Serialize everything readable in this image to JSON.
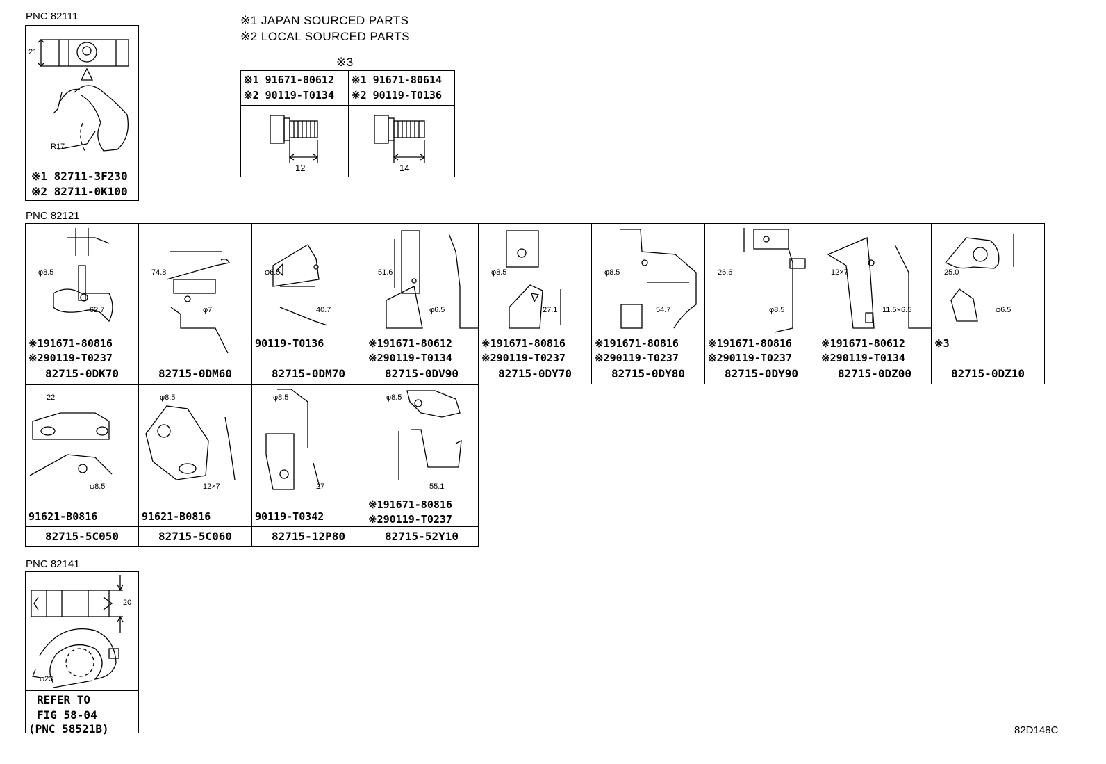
{
  "pnc_82111": {
    "label": "PNC 82111",
    "dim_height": "21",
    "dim_radius": "R17",
    "parts": [
      "※1 82711-3F230",
      "※2 82711-0K100"
    ]
  },
  "notes": {
    "note1": "※1 JAPAN SOURCED PARTS",
    "note2": "※2 LOCAL SOURCED PARTS",
    "table_label": "※3",
    "col1": {
      "part1": "※1 91671-80612",
      "part2": "※2 90119-T0134",
      "dim": "12"
    },
    "col2": {
      "part1": "※1 91671-80614",
      "part2": "※2 90119-T0136",
      "dim": "14"
    }
  },
  "pnc_82121": {
    "label": "PNC 82121",
    "row1": [
      {
        "part": "82715-0DK70",
        "bolt1": "※191671-80816",
        "bolt2": "※290119-T0237",
        "dims": [
          "φ8.5",
          "62.7"
        ]
      },
      {
        "part": "82715-0DM60",
        "bolt1": "",
        "bolt2": "",
        "dims": [
          "74.8",
          "φ7"
        ]
      },
      {
        "part": "82715-0DM70",
        "bolt1": "90119-T0136",
        "bolt2": "",
        "dims": [
          "φ6.5",
          "40.7"
        ]
      },
      {
        "part": "82715-0DV90",
        "bolt1": "※191671-80612",
        "bolt2": "※290119-T0134",
        "dims": [
          "51.6",
          "φ6.5"
        ]
      },
      {
        "part": "82715-0DY70",
        "bolt1": "※191671-80816",
        "bolt2": "※290119-T0237",
        "dims": [
          "φ8.5",
          "27.1"
        ]
      },
      {
        "part": "82715-0DY80",
        "bolt1": "※191671-80816",
        "bolt2": "※290119-T0237",
        "dims": [
          "φ8.5",
          "54.7"
        ]
      },
      {
        "part": "82715-0DY90",
        "bolt1": "※191671-80816",
        "bolt2": "※290119-T0237",
        "dims": [
          "26.6",
          "φ8.5"
        ]
      },
      {
        "part": "82715-0DZ00",
        "bolt1": "※191671-80612",
        "bolt2": "※290119-T0134",
        "dims": [
          "12×7",
          "11.5×6.5"
        ]
      },
      {
        "part": "82715-0DZ10",
        "bolt1": "※3",
        "bolt2": "",
        "dims": [
          "25.0",
          "φ6.5"
        ]
      }
    ],
    "row2": [
      {
        "part": "82715-5C050",
        "bolt1": "91621-B0816",
        "dims": [
          "22",
          "φ8.5"
        ]
      },
      {
        "part": "82715-5C060",
        "bolt1": "91621-B0816",
        "dims": [
          "φ8.5",
          "12×7"
        ]
      },
      {
        "part": "82715-12P80",
        "bolt1": "90119-T0342",
        "dims": [
          "φ8.5",
          "27"
        ]
      },
      {
        "part": "82715-52Y10",
        "bolt1": "※191671-80816",
        "bolt2": "※290119-T0237",
        "dims": [
          "φ8.5",
          "55.1"
        ]
      }
    ]
  },
  "pnc_82141": {
    "label": "PNC 82141",
    "dim_height": "20",
    "dim_dia": "φ23",
    "refer": [
      "REFER TO",
      "FIG 58-04",
      "(PNC 58521B)"
    ]
  },
  "figure_code": "82D148C"
}
